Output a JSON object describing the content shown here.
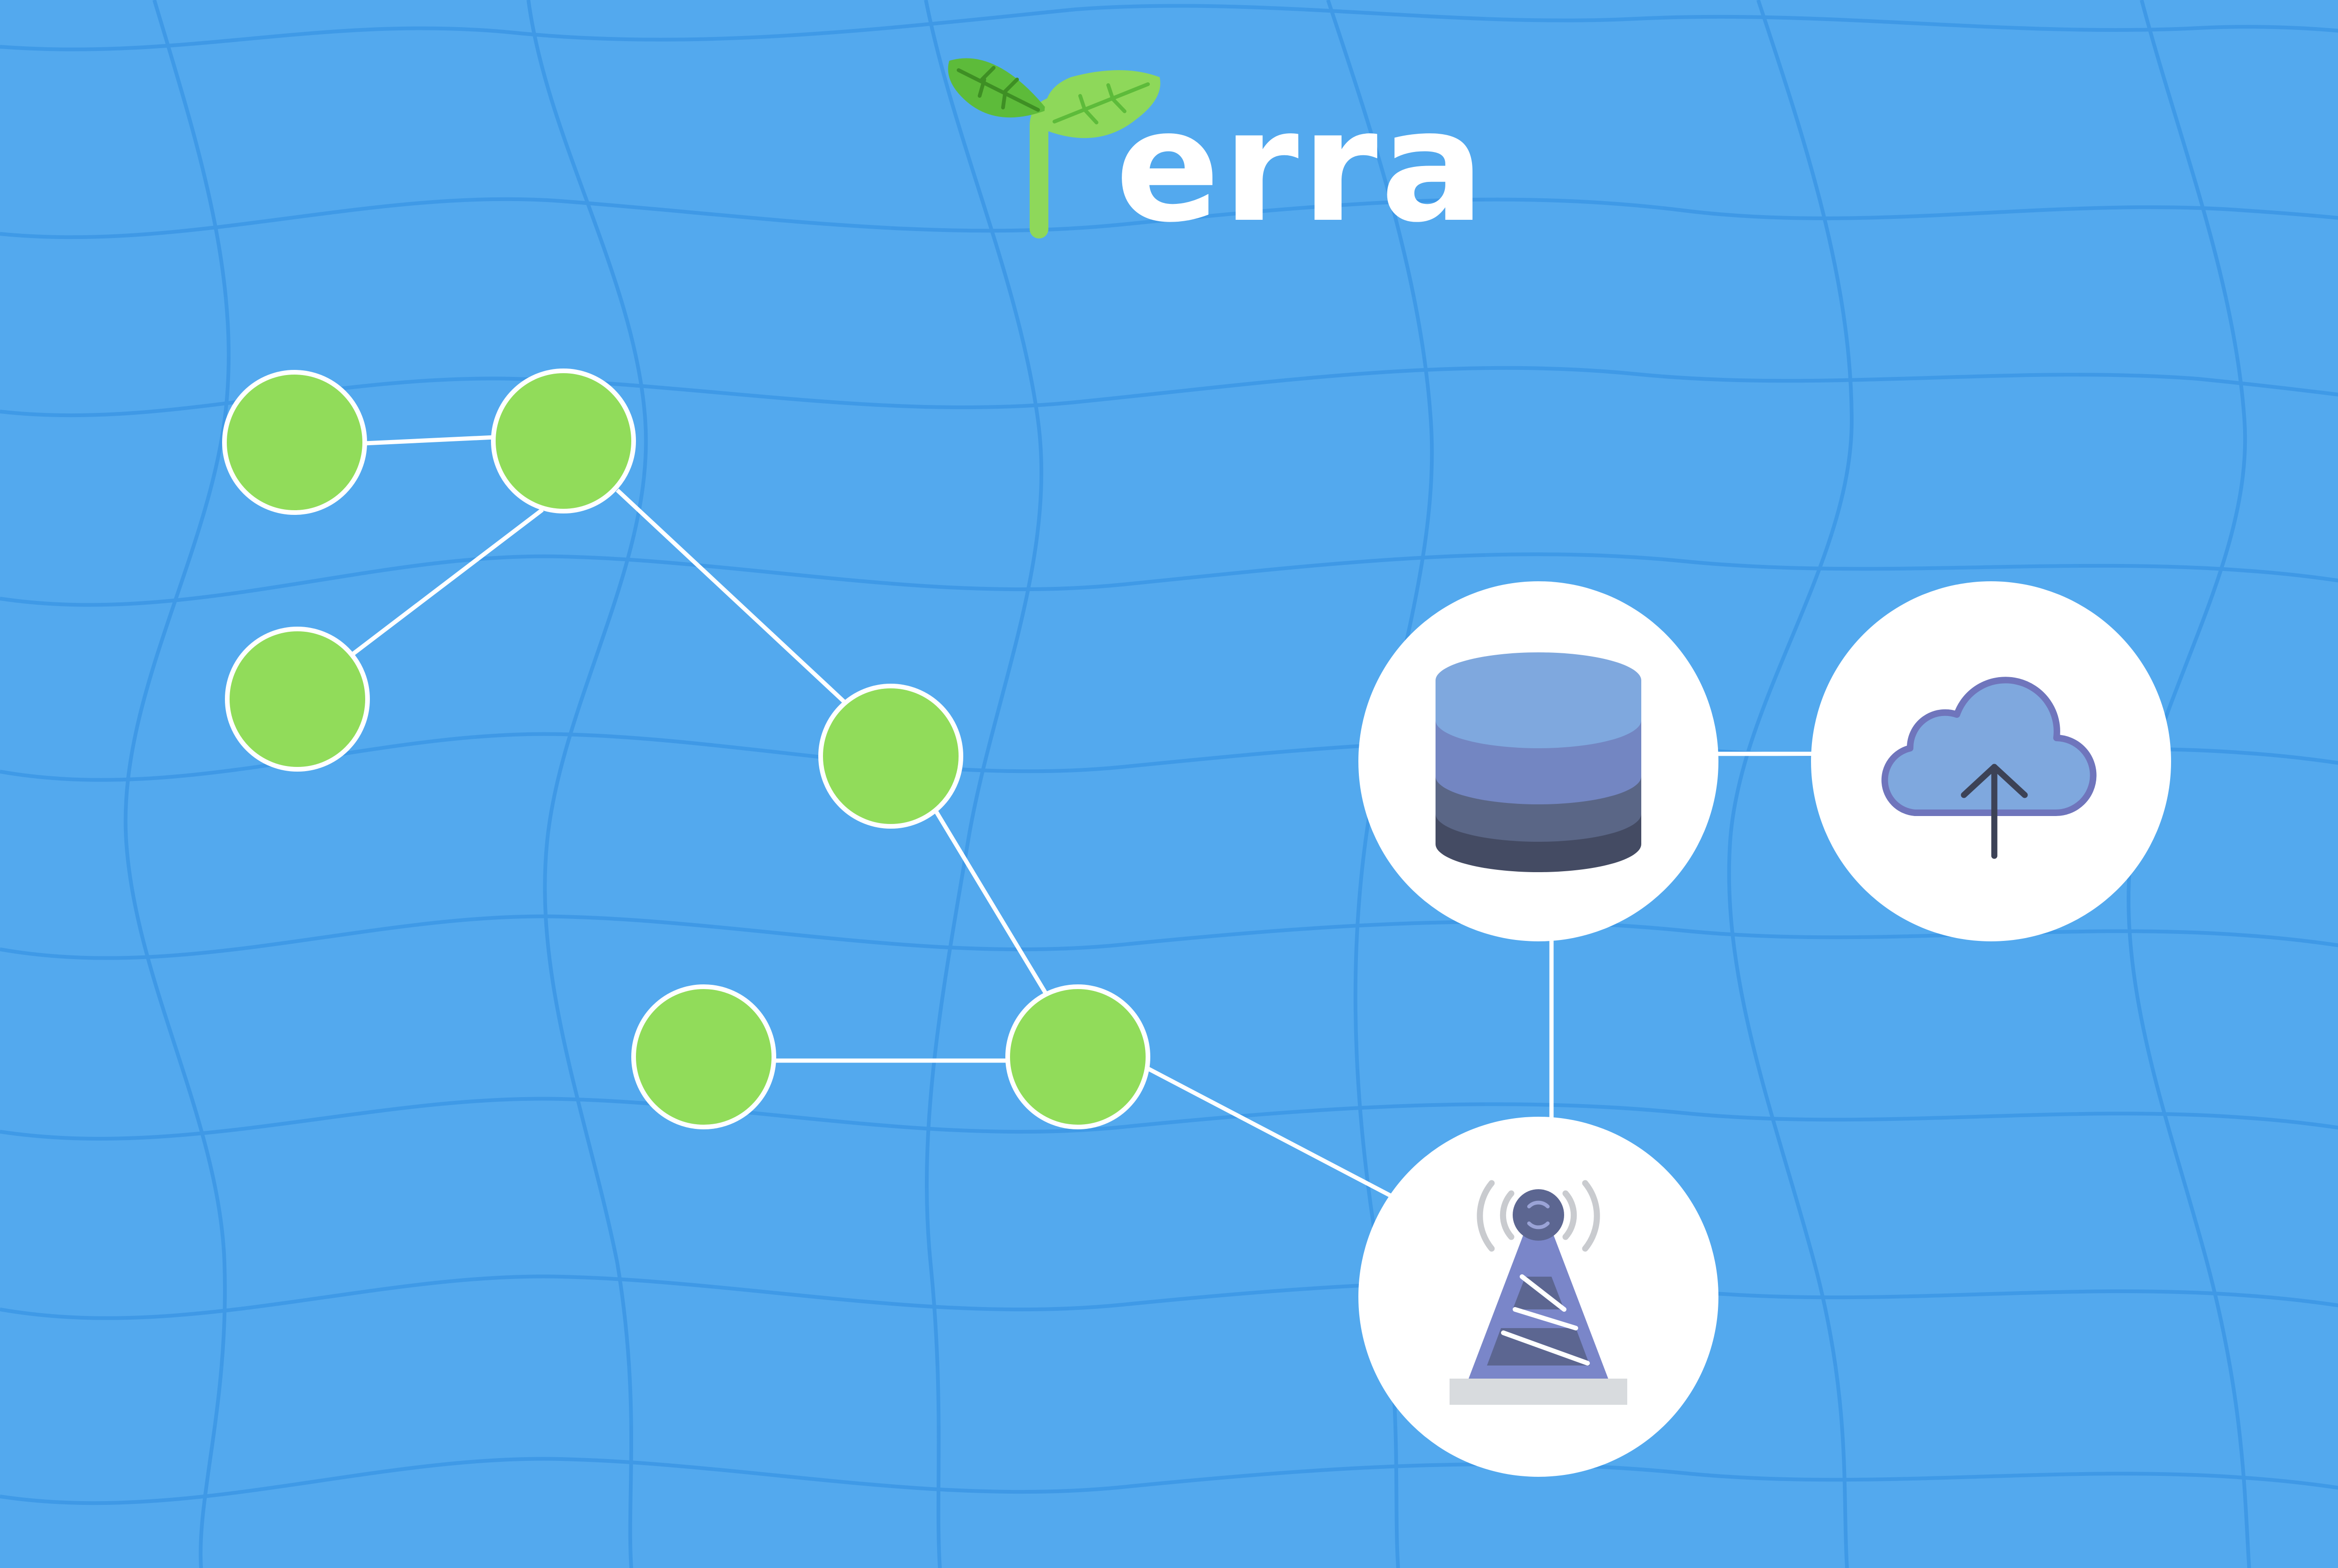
{
  "logo": {
    "wordmark": "erra",
    "leaf_color_dark": "#5DBB3A",
    "leaf_color_light": "#8ED85A",
    "stem_color": "#8ED85A",
    "text_color": "#FFFFFF"
  },
  "colors": {
    "background": "#53A9EE",
    "grid_line": "#3D98E6",
    "edge": "#FFFFFF",
    "node_fill": "#91DC5A",
    "node_stroke": "#FFFFFF",
    "icon_circle": "#FFFFFF",
    "db_top": "#7FA8DE",
    "db_band1": "#7386C2",
    "db_band2": "#5A6686",
    "db_band3": "#444B63",
    "cloud_fill": "#7FA8DE",
    "cloud_stroke": "#6F75BC",
    "arrow": "#3C4256",
    "tower_blue": "#7A86C9",
    "tower_dark": "#5C6691",
    "tower_base": "#D8DBDE",
    "signal_wave": "#C9CBCF"
  },
  "diagram": {
    "nodes": [
      "node-1",
      "node-2",
      "node-3",
      "node-4",
      "node-5",
      "node-6"
    ],
    "icon_nodes": [
      "database-icon",
      "cloud-upload-icon",
      "radio-tower-icon"
    ],
    "edges": [
      [
        "node-1",
        "node-2"
      ],
      [
        "node-2",
        "node-3"
      ],
      [
        "node-2",
        "node-4"
      ],
      [
        "node-4",
        "node-6"
      ],
      [
        "node-5",
        "node-6"
      ],
      [
        "node-6",
        "radio-tower-icon"
      ],
      [
        "database-icon",
        "cloud-upload-icon"
      ],
      [
        "database-icon",
        "radio-tower-icon"
      ]
    ]
  }
}
